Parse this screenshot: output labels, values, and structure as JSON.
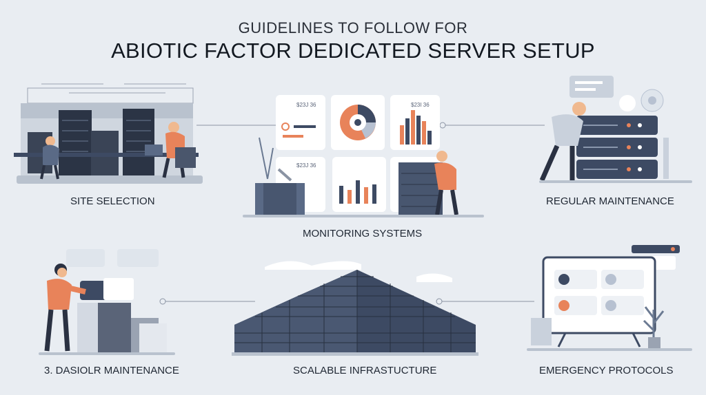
{
  "header": {
    "subtitle": "GUIDELINES TO FOLLOW FOR",
    "title": "ABIOTIC FACTOR DEDICATED SERVER SETUP"
  },
  "sections": {
    "site_selection": "SITE SELECTION",
    "monitoring_systems": "MONITORING SYSTEMS",
    "regular_maintenance": "REGULAR MAINTENANCE",
    "dasiolr_maintenance": "3. DASIOLR MAINTENANCE",
    "scalable_infrastructure": "SCALABLE INFRASTUCTURE",
    "emergency_protocols": "EMERGENCY PROTOCOLS"
  },
  "dashboard": {
    "card1_value": "$23J 36",
    "card3_value": "$23I 36",
    "card4_value": "$23J 36"
  },
  "colors": {
    "background": "#e9edf2",
    "navy": "#3d4a63",
    "accent_orange": "#e8835a",
    "line": "#8a93a3"
  }
}
